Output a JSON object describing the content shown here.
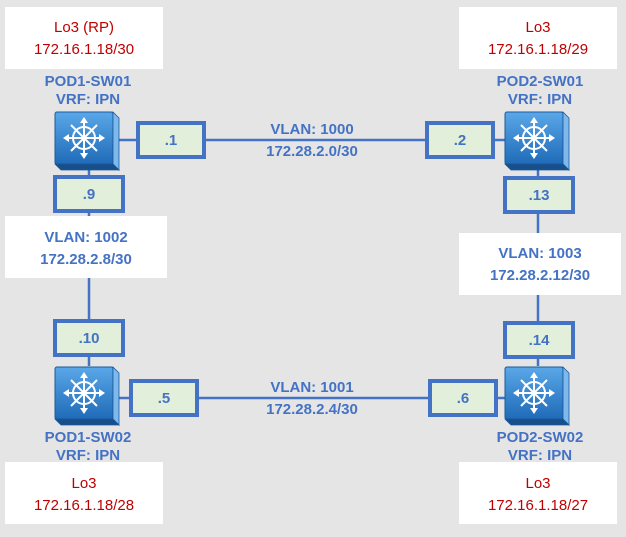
{
  "colors": {
    "background": "#e5e5e5",
    "link_line": "#4472c4",
    "label_blue": "#4472c4",
    "loopback_red": "#c00000",
    "ip_box_fill": "#e2efda",
    "ip_box_border": "#4472c4",
    "switch_fill": "#2e7dcc",
    "white": "#ffffff"
  },
  "switches": {
    "pod1_sw01": {
      "name": "POD1-SW01",
      "vrf": "VRF: IPN",
      "loopback_title": "Lo3 (RP)",
      "loopback_ip": "172.16.1.18/30"
    },
    "pod2_sw01": {
      "name": "POD2-SW01",
      "vrf": "VRF: IPN",
      "loopback_title": "Lo3",
      "loopback_ip": "172.16.1.18/29"
    },
    "pod1_sw02": {
      "name": "POD1-SW02",
      "vrf": "VRF: IPN",
      "loopback_title": "Lo3",
      "loopback_ip": "172.16.1.18/28"
    },
    "pod2_sw02": {
      "name": "POD2-SW02",
      "vrf": "VRF: IPN",
      "loopback_title": "Lo3",
      "loopback_ip": "172.16.1.18/27"
    }
  },
  "links": {
    "top": {
      "vlan": "VLAN: 1000",
      "subnet": "172.28.2.0/30",
      "end_a": ".1",
      "end_b": ".2"
    },
    "left": {
      "vlan": "VLAN: 1002",
      "subnet": "172.28.2.8/30",
      "end_a": ".9",
      "end_b": ".10"
    },
    "right": {
      "vlan": "VLAN: 1003",
      "subnet": "172.28.2.12/30",
      "end_a": ".13",
      "end_b": ".14"
    },
    "bottom": {
      "vlan": "VLAN: 1001",
      "subnet": "172.28.2.4/30",
      "end_a": ".5",
      "end_b": ".6"
    }
  }
}
